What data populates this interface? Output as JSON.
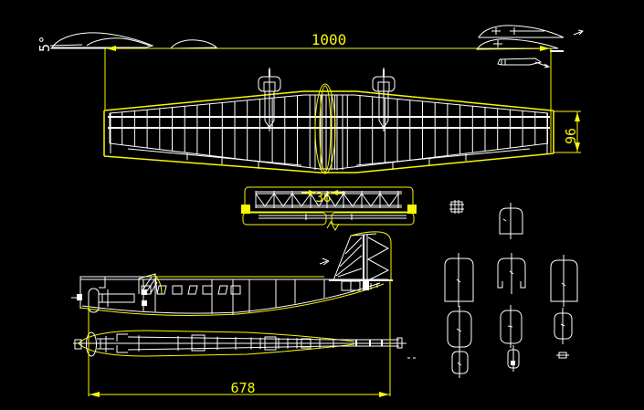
{
  "canvas": {
    "background_color": "#000000",
    "geometry_color": "#ffffff",
    "dimension_color": "#f8f800"
  },
  "dimensions": {
    "wingspan": "1000",
    "tip_chord": "96",
    "center_section_width": "36",
    "fuselage_length": "678",
    "incidence_angle": "5°"
  }
}
